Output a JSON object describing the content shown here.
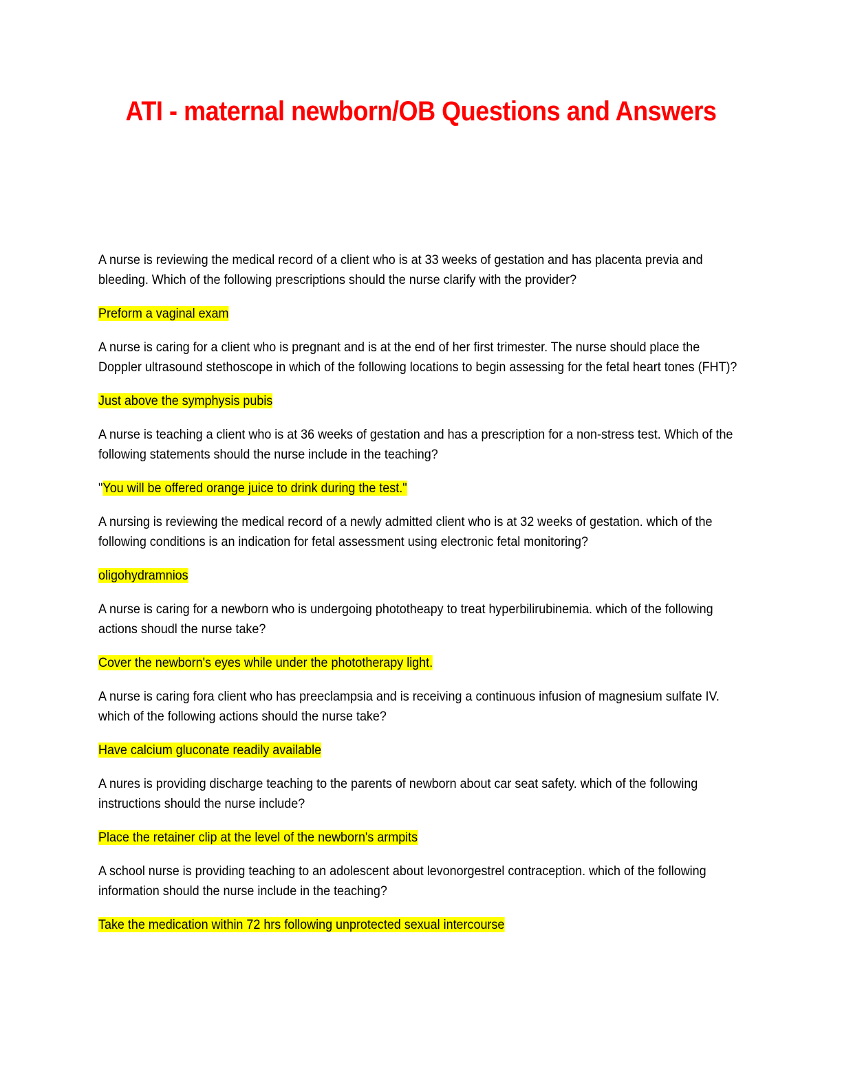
{
  "document": {
    "title": "ATI - maternal newborn/OB Questions and Answers",
    "title_color": "#ff0000",
    "highlight_color": "#ffff00"
  },
  "qa": [
    {
      "question": "A nurse is reviewing the medical record of a client who is at 33 weeks of gestation and has placenta previa and bleeding. Which of the following prescriptions should the nurse clarify with the provider?",
      "answer_prefix": "",
      "answer": "Preform a vaginal exam"
    },
    {
      "question": "A nurse is caring for a client who is pregnant and is at the end of her first trimester. The nurse should place the Doppler ultrasound stethoscope in which of the following locations to begin assessing for the fetal heart tones (FHT)?",
      "answer_prefix": "",
      "answer": "Just above the symphysis pubis"
    },
    {
      "question": "A nurse is teaching a client who is at 36 weeks of gestation and has a prescription for a non-stress test. Which of the following statements should the nurse include in the teaching?",
      "answer_prefix": "\"",
      "answer": "You will be offered orange juice to drink during the test.\""
    },
    {
      "question": "A nursing is reviewing the medical record of a newly admitted client who is at 32 weeks of gestation. which of the following conditions is an indication for fetal assessment using electronic fetal monitoring?",
      "answer_prefix": "",
      "answer": "oligohydramnios"
    },
    {
      "question": "A nurse is caring for a newborn who is undergoing phototheapy to treat hyperbilirubinemia. which of the following actions shoudl the nurse take?",
      "answer_prefix": "",
      "answer": "Cover the newborn's eyes while under the phototherapy light."
    },
    {
      "question": "A nurse is caring fora client who has preeclampsia and is receiving a continuous infusion of magnesium sulfate IV. which of the following actions should the nurse take?",
      "answer_prefix": "",
      "answer": "Have calcium gluconate readily available"
    },
    {
      "question": "A nures is providing discharge teaching to the parents of newborn about car seat safety. which of the following instructions should the nurse include?",
      "answer_prefix": "",
      "answer": "Place the retainer clip at the level of the newborn's armpits"
    },
    {
      "question": "A school nurse is providing teaching to an adolescent about levonorgestrel contraception. which of the following information should the nurse include in the teaching?",
      "answer_prefix": "",
      "answer": "Take the medication within 72 hrs following unprotected sexual intercourse"
    }
  ]
}
